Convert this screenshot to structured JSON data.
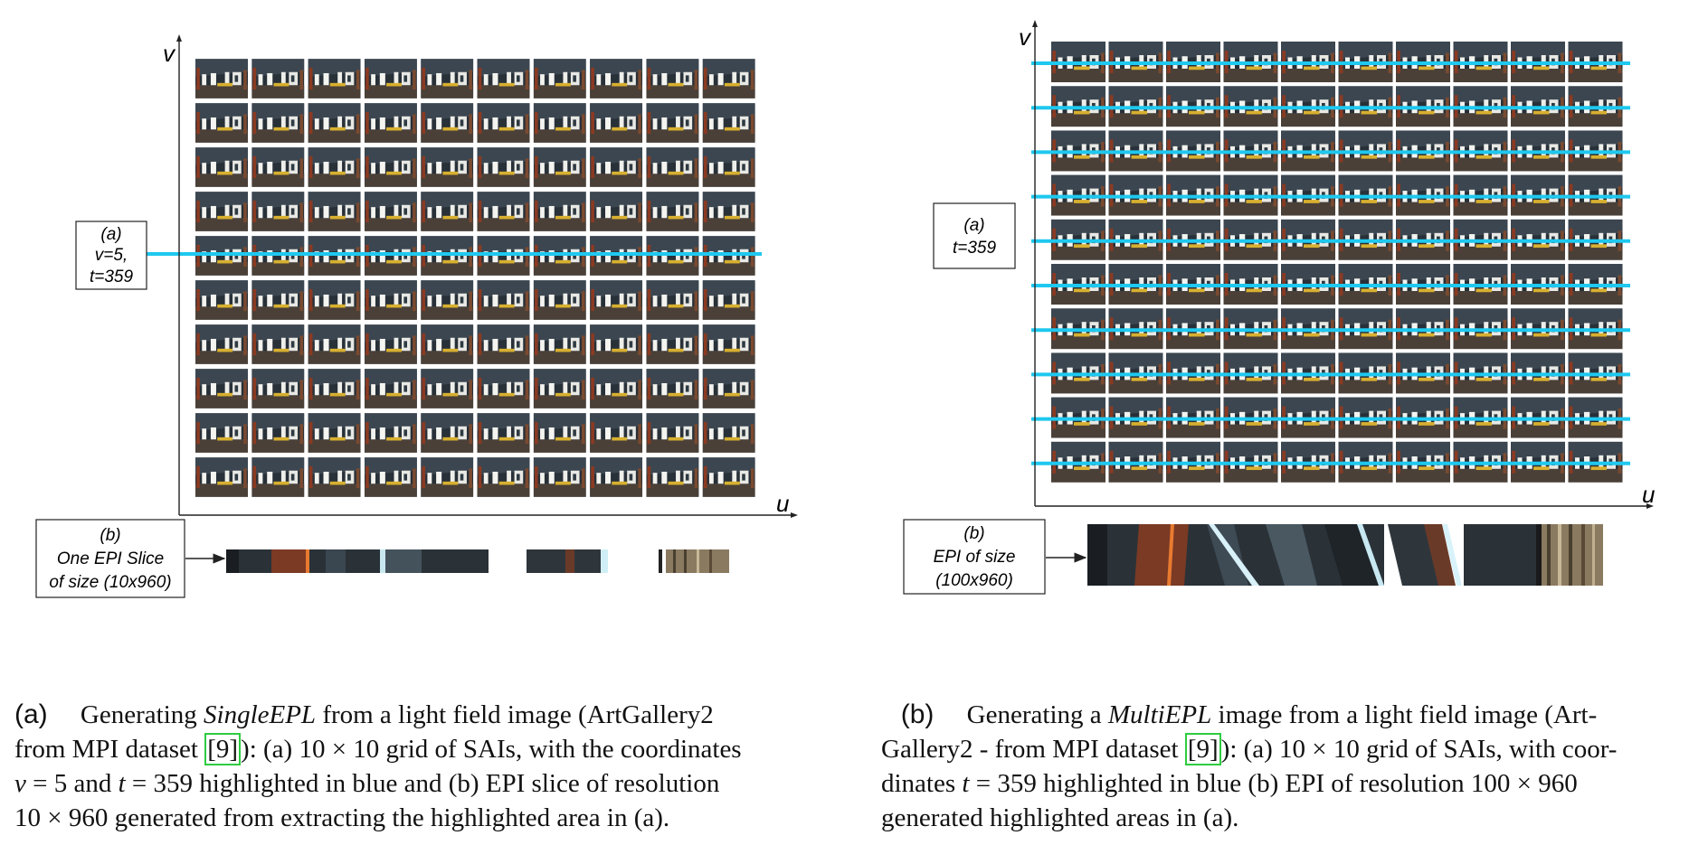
{
  "colors": {
    "highlight": "#1ec8ef",
    "axis": "#222222"
  },
  "panel_a": {
    "axis_v": "v",
    "axis_u": "u",
    "grid": {
      "rows": 10,
      "cols": 10,
      "highlighted_rows": [
        5
      ]
    },
    "label_a": [
      "(a)",
      "v=5,",
      "t=359"
    ],
    "label_b": [
      "(b)",
      "One EPI Slice",
      "of size (10x960)"
    ],
    "caption": {
      "tag": "(a)",
      "lines": [
        [
          "Generating ",
          "SingleEPL",
          " from a light field image (ArtGallery2"
        ],
        [
          "from MPI dataset ",
          "[9]",
          "): (a) 10 × 10 grid of SAIs, with the coordinates"
        ],
        [
          "",
          "v",
          " = 5 and ",
          "t",
          " = 359 highlighted in blue and (b) EPI slice of resolution"
        ],
        [
          "10 × 960 generated from extracting the highlighted area in (a)."
        ]
      ]
    }
  },
  "panel_b": {
    "axis_v": "v",
    "axis_u": "u",
    "grid": {
      "rows": 10,
      "cols": 10,
      "highlighted_rows": [
        1,
        2,
        3,
        4,
        5,
        6,
        7,
        8,
        9,
        10
      ]
    },
    "label_a": [
      "(a)",
      "t=359"
    ],
    "label_b": [
      "(b)",
      "EPI of size",
      "(100x960)"
    ],
    "caption": {
      "tag": "(b)",
      "lines": [
        [
          "Generating a ",
          "MultiEPL",
          " image from a light field image (Art-"
        ],
        [
          "Gallery2 - from MPI dataset ",
          "[9]",
          "): (a) 10 × 10 grid of SAIs, with coor-"
        ],
        [
          "dinates ",
          "t",
          " = 359 highlighted in blue (b) EPI of resolution 100 × 960"
        ],
        [
          "generated highlighted areas in (a)."
        ]
      ]
    }
  }
}
